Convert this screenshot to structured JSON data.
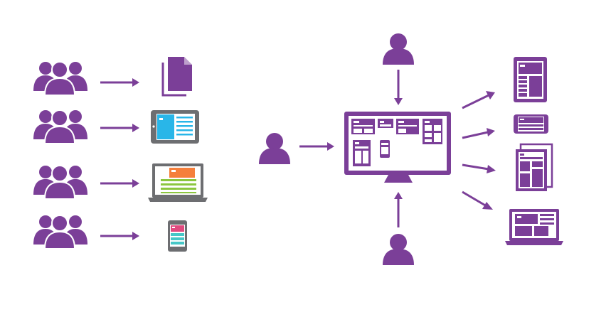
{
  "colors": {
    "purple": "#7b3f98",
    "purple_dark": "#6a3285",
    "light_blue": "#29b6e8",
    "orange": "#f57f3c",
    "green": "#8cc63f",
    "pink": "#e04a7f",
    "teal": "#46c7c7",
    "gray": "#6d6e71",
    "white": "#ffffff"
  },
  "icons": {
    "group": "people-group-icon",
    "person": "person-icon",
    "documents": "documents-icon",
    "tablet": "tablet-icon",
    "laptop": "laptop-icon",
    "phone": "phone-icon",
    "monitor": "desktop-monitor-icon"
  },
  "left_rows": [
    {
      "device": "documents"
    },
    {
      "device": "tablet"
    },
    {
      "device": "laptop"
    },
    {
      "device": "phone"
    }
  ],
  "hub": {
    "authors": [
      "left",
      "top",
      "bottom"
    ],
    "outputs": [
      "tablet",
      "phone",
      "print",
      "laptop"
    ]
  }
}
